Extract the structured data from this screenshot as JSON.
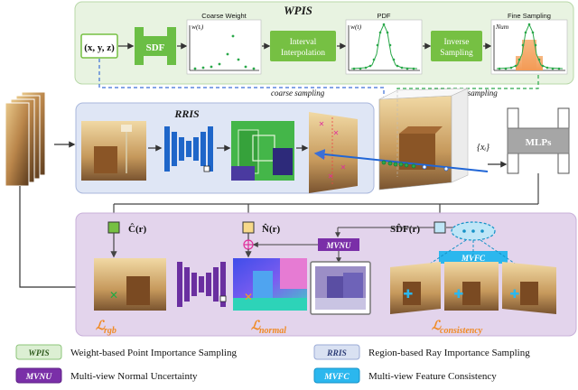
{
  "wpis": {
    "title": "WPIS",
    "input_label": "(x, y, z)",
    "sdf_label": "SDF",
    "coarse_weight_title": "Coarse Weight",
    "coarse_weight_ylabel": "w(tᵢ)",
    "interval_label_1": "Interval",
    "interval_label_2": "Interpolation",
    "pdf_title": "PDF",
    "pdf_ylabel": "w(t)",
    "inverse_label_1": "Inverse",
    "inverse_label_2": "Sampling",
    "fine_title": "Fine Sampling",
    "fine_ylabel": "Num"
  },
  "arrows": {
    "coarse_sampling": "coarse sampling",
    "fine_sampling": "fine sampling"
  },
  "rris": {
    "title": "RRIS"
  },
  "mlp": {
    "label": "MLPs",
    "input_label": "{xᵢ}"
  },
  "outputs": {
    "c_hat": "Ĉ(r)",
    "n_hat": "N̂(r)",
    "sdf_hat": "SD̂F(r)"
  },
  "mvnu_tag": "MVNU",
  "mvfc_tag": "MVFC",
  "losses": {
    "rgb_main": "ℒ",
    "rgb_sub": "rgb",
    "normal_main": "ℒ",
    "normal_sub": "normal",
    "consistency_main": "ℒ",
    "consistency_sub": "consistency"
  },
  "legend": [
    {
      "tag": "WPIS",
      "text": "Weight-based Point Importance Sampling",
      "color": "#dcefd3",
      "border": "#8cc47a",
      "text_color": "#2e5a1c"
    },
    {
      "tag": "RRIS",
      "text": "Region-based Ray Importance Sampling",
      "color": "#d9e1f2",
      "border": "#9aaad6",
      "text_color": "#2f3f78"
    },
    {
      "tag": "MVNU",
      "text": "Multi-view Normal Uncertainty",
      "color": "#7a2fa8",
      "border": "#5d2186",
      "text_color": "#ffffff"
    },
    {
      "tag": "MVFC",
      "text": "Multi-view Feature Consistency",
      "color": "#2bb7ee",
      "border": "#1592c7",
      "text_color": "#ffffff"
    }
  ],
  "colors": {
    "wpis_bg": "#e8f3e1",
    "rris_bg": "#dfe6f5",
    "bottom_bg": "#e3d4ec",
    "green_block": "#76c043",
    "sdf_arch": "#6bbe45",
    "blue_encoder": "#1f66c9",
    "purple_encoder": "#6a2fa0",
    "orange_loss": "#f08a24",
    "coarse_arrow": "#3b6fd6",
    "fine_arrow": "#2aa84a"
  }
}
